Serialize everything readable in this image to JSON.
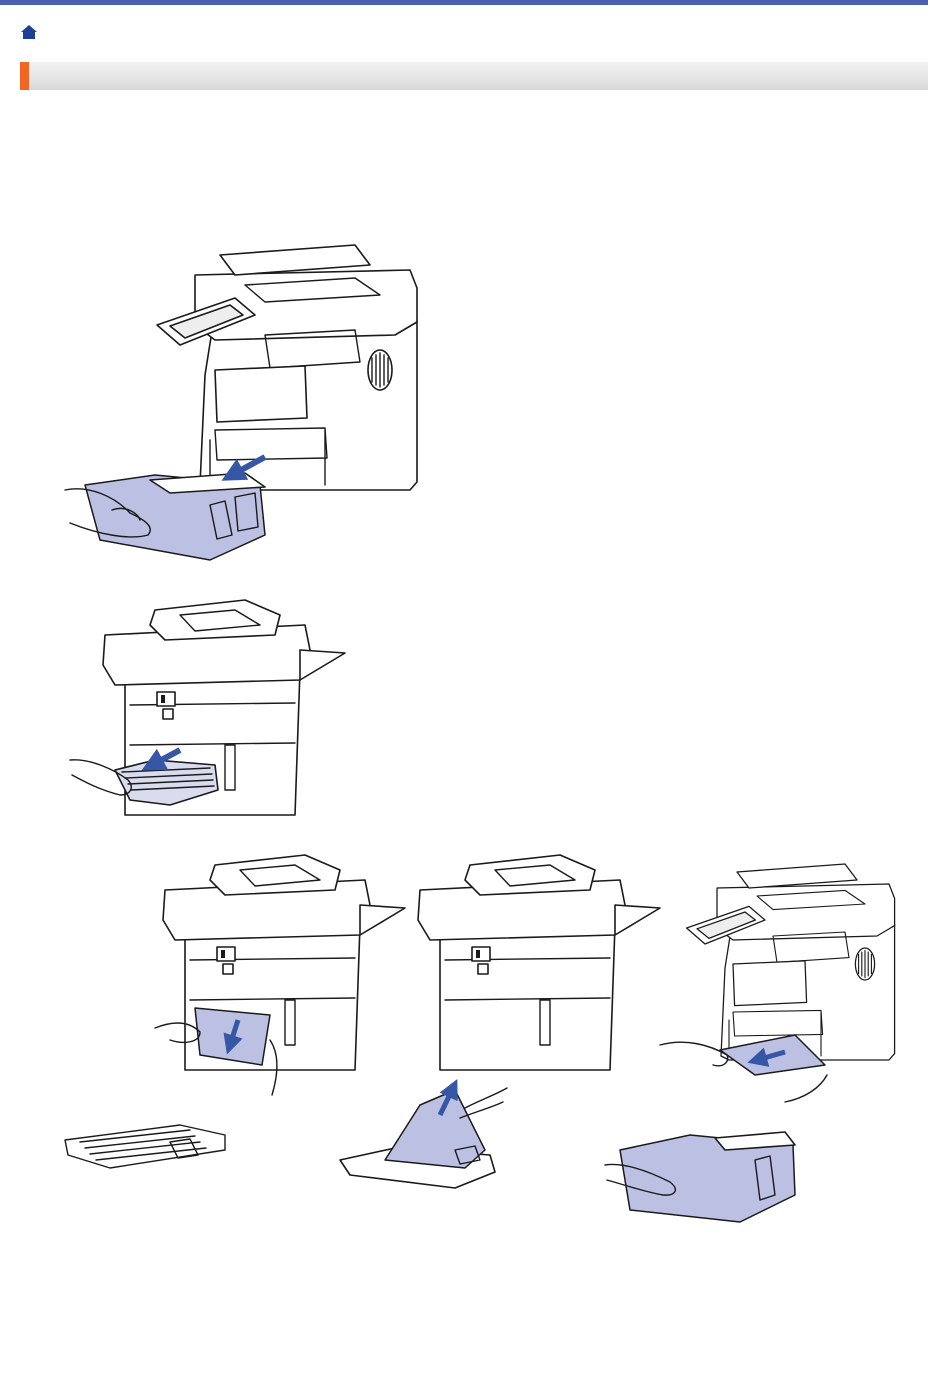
{
  "document": {
    "title": "",
    "home_icon": "home-icon"
  },
  "colors": {
    "top_rule": "#4a5fb0",
    "title_accent": "#f26522",
    "highlight": "#bcc0e2",
    "arrow": "#3557a5"
  },
  "illustrations": [
    {
      "name": "pull-out-paper-tray",
      "icon": "printer-front-tray-removed-illustration"
    },
    {
      "name": "pull-out-duplex-tray",
      "icon": "printer-rear-duplex-tray-illustration"
    },
    {
      "name": "remove-jammed-paper-rear",
      "icon": "printer-rear-jam-removal-illustration"
    },
    {
      "name": "remove-jammed-paper-duplex-tray",
      "icon": "printer-rear-duplex-jam-illustration"
    },
    {
      "name": "remove-jammed-paper-front",
      "icon": "printer-front-jam-removal-illustration"
    }
  ]
}
